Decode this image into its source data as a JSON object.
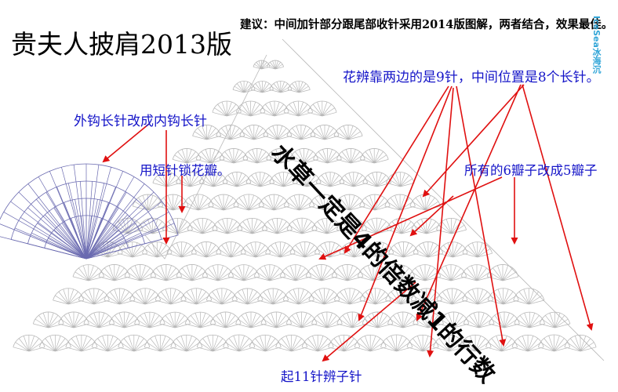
{
  "title": "贵夫人披肩2013版",
  "advice": "建议：中间加针部分跟尾部收针采用2014版图解，两者结合，效果最佳。",
  "notes": {
    "petal_count": "花辨靠两边的是9针，中间位置是8个长针。",
    "outer_hook": "外钩长针改成内钩长针",
    "short_lock": "用短针锁花瓣。",
    "six_to_five": "所有的6瓣子改成5瓣子",
    "start": "起11针辨子针"
  },
  "rule": "水草一定是4的倍数减1的行数",
  "logo": "IceSea冰海沉",
  "colors": {
    "annotation": "#1515c8",
    "arrow": "#e01010",
    "chart_line": "#b8b8b8",
    "detail_line": "#6a6ab0"
  }
}
